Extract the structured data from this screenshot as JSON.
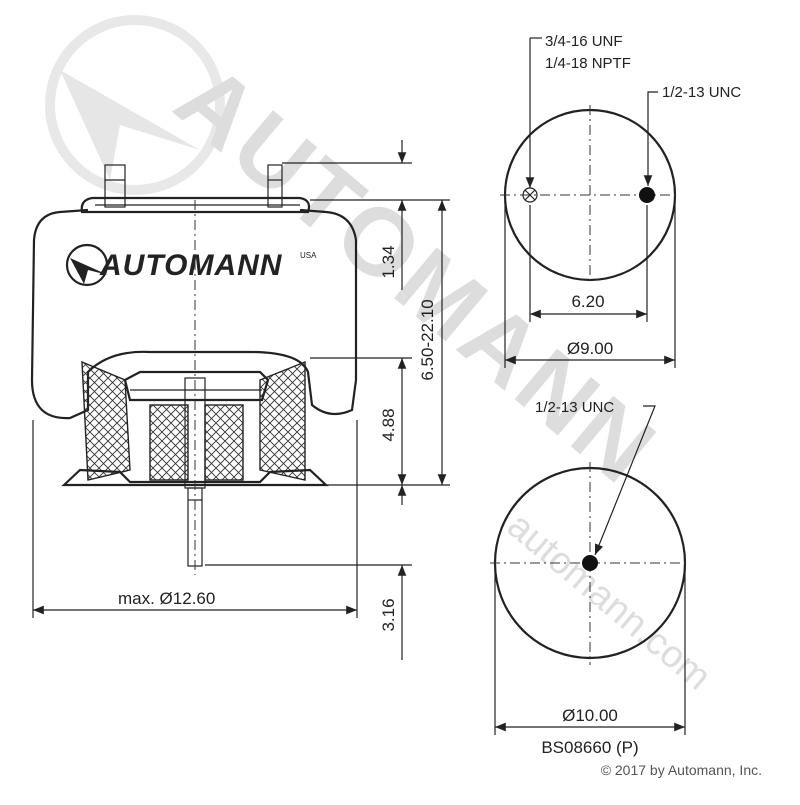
{
  "brand": {
    "logo_text": "AUTOMANN",
    "logo_suffix": "USA",
    "watermark_text": "AUTOMANN",
    "watermark_url": "automann.com"
  },
  "labels": {
    "thread_primary": "3/4-16 UNF",
    "thread_secondary": "1/4-18 NPTF",
    "thread_top_right": "1/2-13 UNC",
    "thread_bottom": "1/2-13 UNC",
    "dim_bolt_spacing": "6.20",
    "dim_top_diameter": "Ø9.00",
    "dim_bottom_diameter": "Ø10.00",
    "dim_max_diameter": "max. Ø12.60",
    "dim_top_height": "1.34",
    "dim_height_range": "6.50-22.10",
    "dim_piston_height": "4.88",
    "dim_stud_length": "3.16",
    "part_number": "BS08660 (P)",
    "copyright": "© 2017 by Automann, Inc."
  },
  "colors": {
    "line": "#222222",
    "watermark": "#e6e6e6"
  }
}
